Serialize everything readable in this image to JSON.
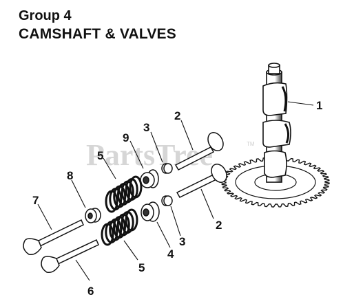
{
  "header": {
    "group": "Group 4",
    "section": "CAMSHAFT & VALVES"
  },
  "watermark": {
    "text": "PartsTree",
    "tm": "TM"
  },
  "callouts": {
    "camshaft": "1",
    "upper_pushrod": "2",
    "lower_pushrod": "2",
    "upper_tappet": "3",
    "lower_tappet": "3",
    "lower_spring_cap": "4",
    "upper_spring": "5",
    "lower_spring": "5",
    "lower_valve": "6",
    "upper_valve": "7",
    "retainer": "8",
    "upper_spring_cap": "9"
  }
}
